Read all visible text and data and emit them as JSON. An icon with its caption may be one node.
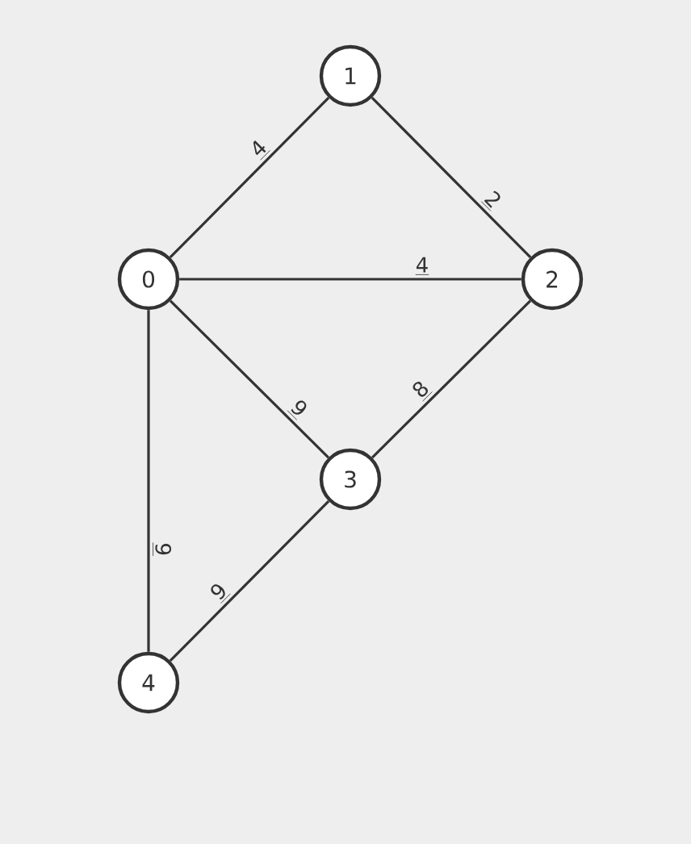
{
  "diagram": {
    "nodes": [
      {
        "text": [
          "0"
        ]
      },
      {
        "text": [
          "1"
        ]
      },
      {
        "text": [
          "2"
        ]
      },
      {
        "text": [
          "3"
        ]
      },
      {
        "text": [
          "4"
        ]
      }
    ],
    "edges": [
      {
        "from": 0,
        "to": 1,
        "arrow": "none",
        "label": "4"
      },
      {
        "from": 1,
        "to": 2,
        "arrow": "none",
        "label": "2"
      },
      {
        "from": 0,
        "to": 2,
        "arrow": "none",
        "label": "4"
      },
      {
        "from": 0,
        "to": 3,
        "arrow": "none",
        "label": "9"
      },
      {
        "from": 2,
        "to": 3,
        "arrow": "none",
        "label": "8"
      },
      {
        "from": 0,
        "to": 4,
        "arrow": "none",
        "label": "9"
      },
      {
        "from": 3,
        "to": 4,
        "arrow": "none",
        "label": "9"
      }
    ]
  }
}
